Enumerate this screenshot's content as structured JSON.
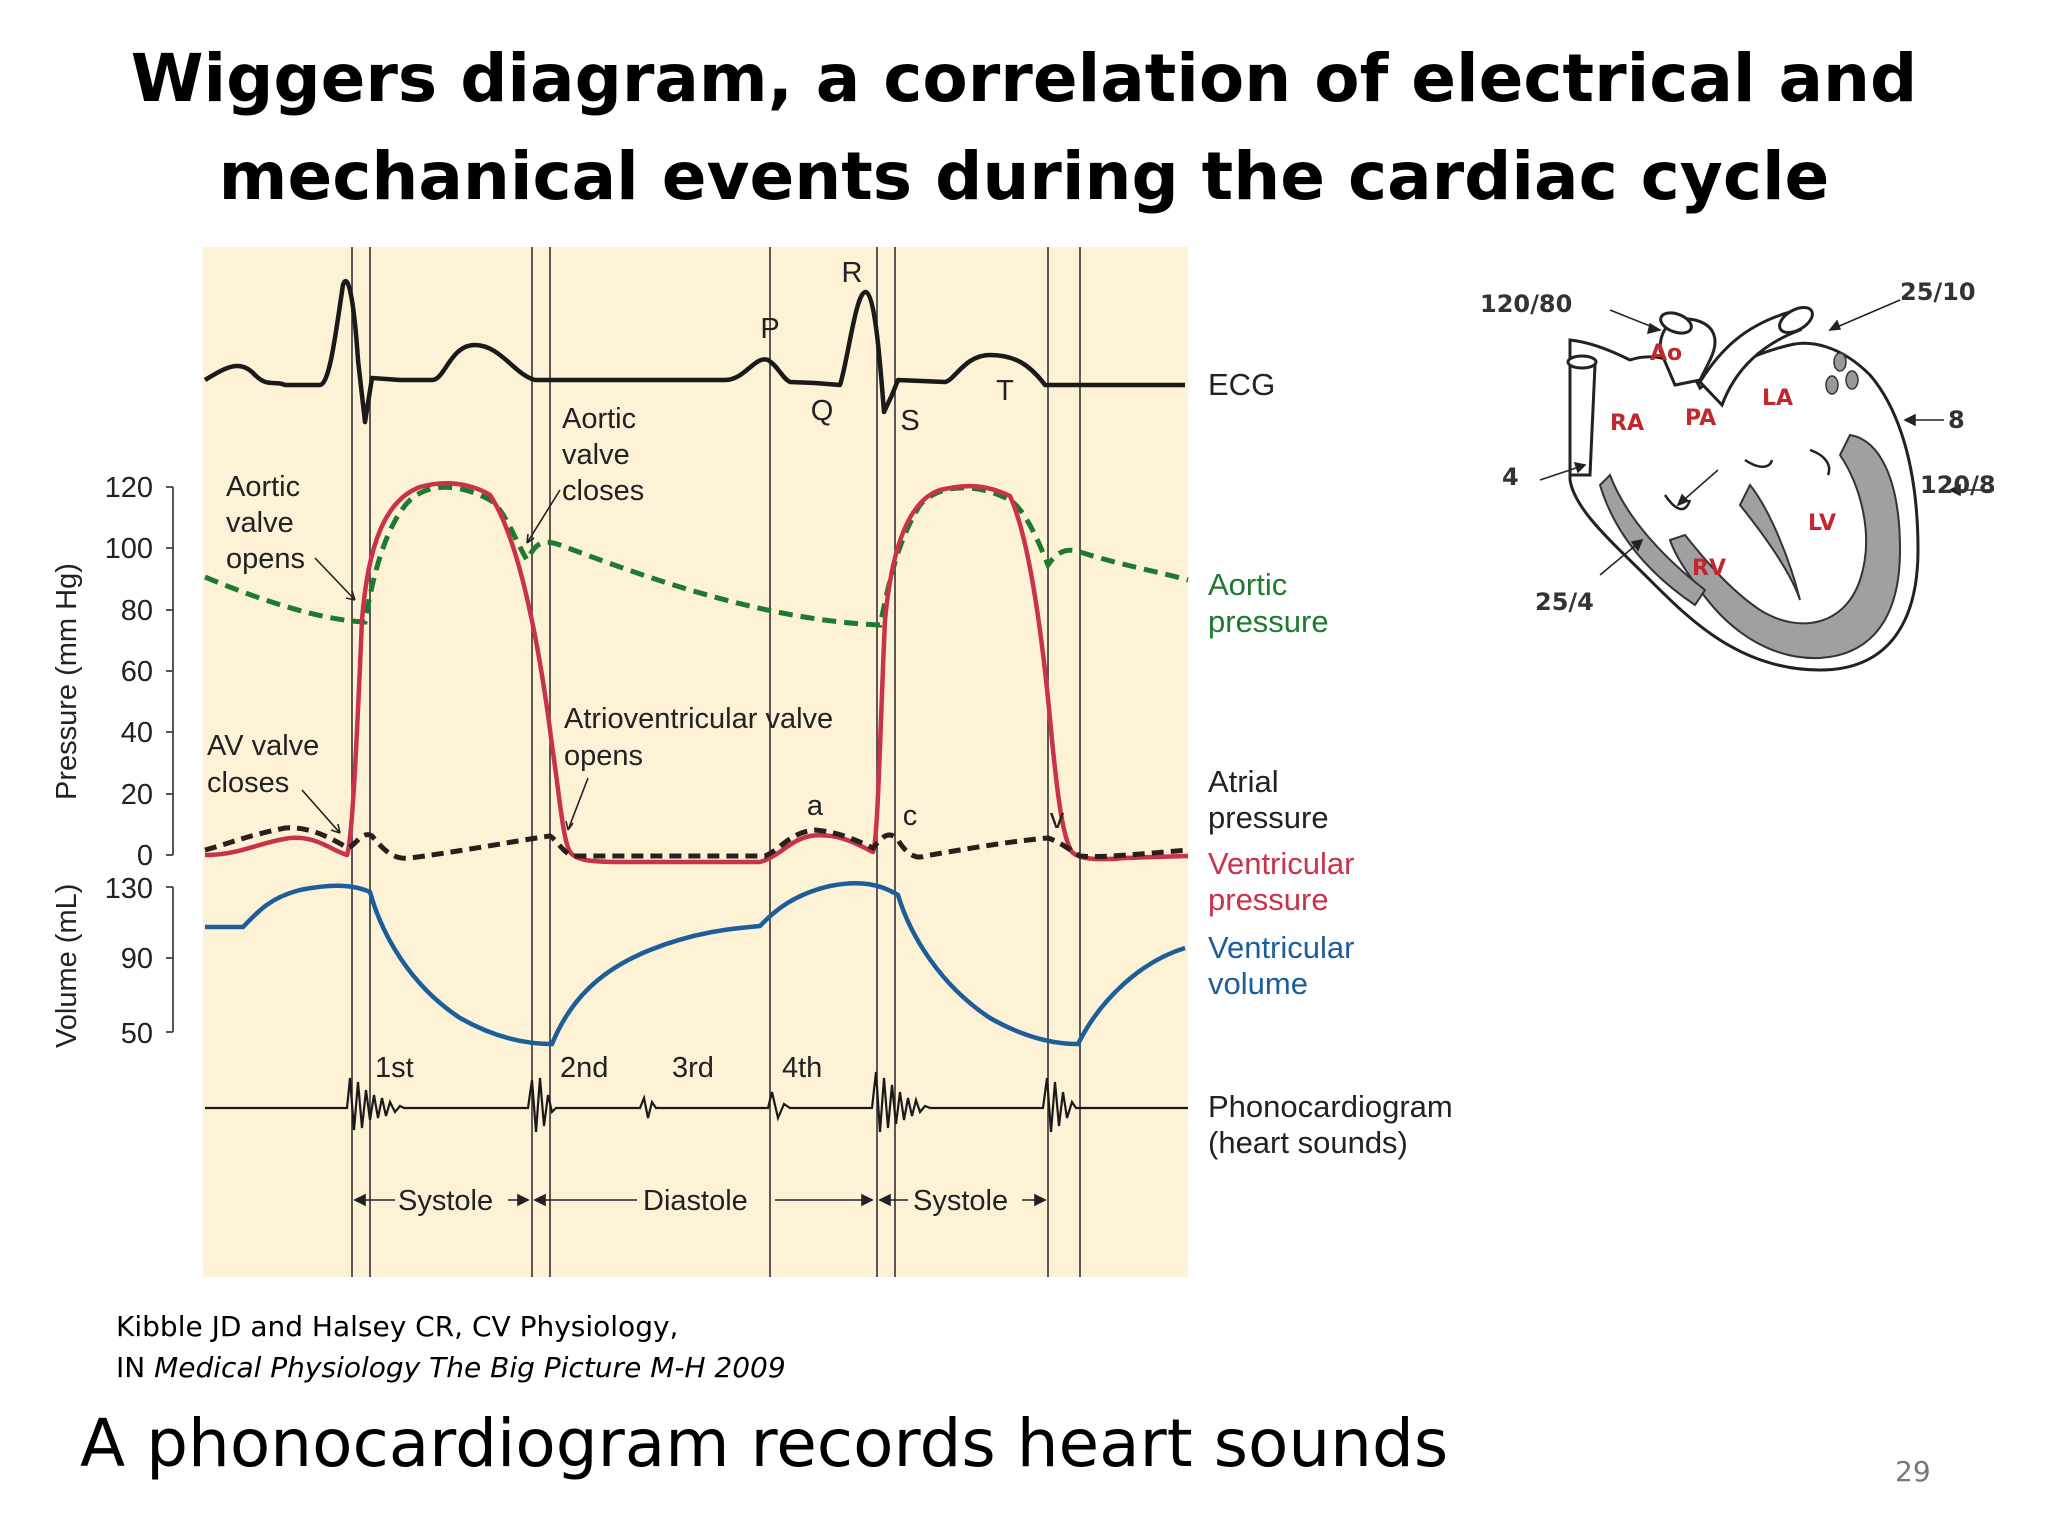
{
  "title": "Wiggers diagram, a correlation of electrical and mechanical events during the cardiac cycle",
  "colors": {
    "panel": "#fdf1d6",
    "ecg": "#1a1a1a",
    "aortic": "#1e7a2e",
    "atrial": "#2a1f1a",
    "ventricular_pressure": "#c8324a",
    "ventricular_volume": "#1b5e9a",
    "heart_wall": "#a0a0a0",
    "chamber_label": "#c0282d"
  },
  "ecg": {
    "label": "ECG",
    "waves": [
      "P",
      "Q",
      "R",
      "S",
      "T"
    ]
  },
  "pressure_axis": {
    "label": "Pressure (mm Hg)",
    "ticks": [
      "120",
      "100",
      "80",
      "60",
      "40",
      "20",
      "0"
    ]
  },
  "volume_axis": {
    "label": "Volume (mL)",
    "ticks": [
      "130",
      "90",
      "50"
    ]
  },
  "events": {
    "aortic_opens": [
      "Aortic",
      "valve",
      "opens"
    ],
    "aortic_closes": [
      "Aortic",
      "valve",
      "closes"
    ],
    "av_closes": [
      "AV valve",
      "closes"
    ],
    "av_opens": [
      "Atrioventricular valve",
      "opens"
    ]
  },
  "waves": {
    "a": "a",
    "c": "c",
    "v": "v"
  },
  "series": {
    "aortic": [
      "Aortic",
      "pressure"
    ],
    "atrial": [
      "Atrial",
      "pressure"
    ],
    "ventricular_pressure": [
      "Ventricular",
      "pressure"
    ],
    "ventricular_volume": [
      "Ventricular",
      "volume"
    ],
    "phono": [
      "Phonocardiogram",
      "(heart sounds)"
    ]
  },
  "heart_sounds": [
    "1st",
    "2nd",
    "3rd",
    "4th"
  ],
  "phases": [
    "Systole",
    "Diastole",
    "Systole"
  ],
  "heart_figure": {
    "pressures": {
      "aorta": "120/80",
      "pulmonary_artery": "25/10",
      "left_atrium": "8",
      "right_atrium": "4",
      "left_ventricle": "120/8",
      "right_ventricle": "25/4"
    },
    "chambers": {
      "ao": "Ao",
      "ra": "RA",
      "pa": "PA",
      "la": "LA",
      "lv": "LV",
      "rv": "RV"
    }
  },
  "citation": {
    "line1": "Kibble JD and Halsey CR, CV Physiology,",
    "line2_prefix": "IN ",
    "line2_italic": "Medical Physiology The Big Picture M-H 2009"
  },
  "footer": "A phonocardiogram records heart sounds",
  "page_number": "29"
}
